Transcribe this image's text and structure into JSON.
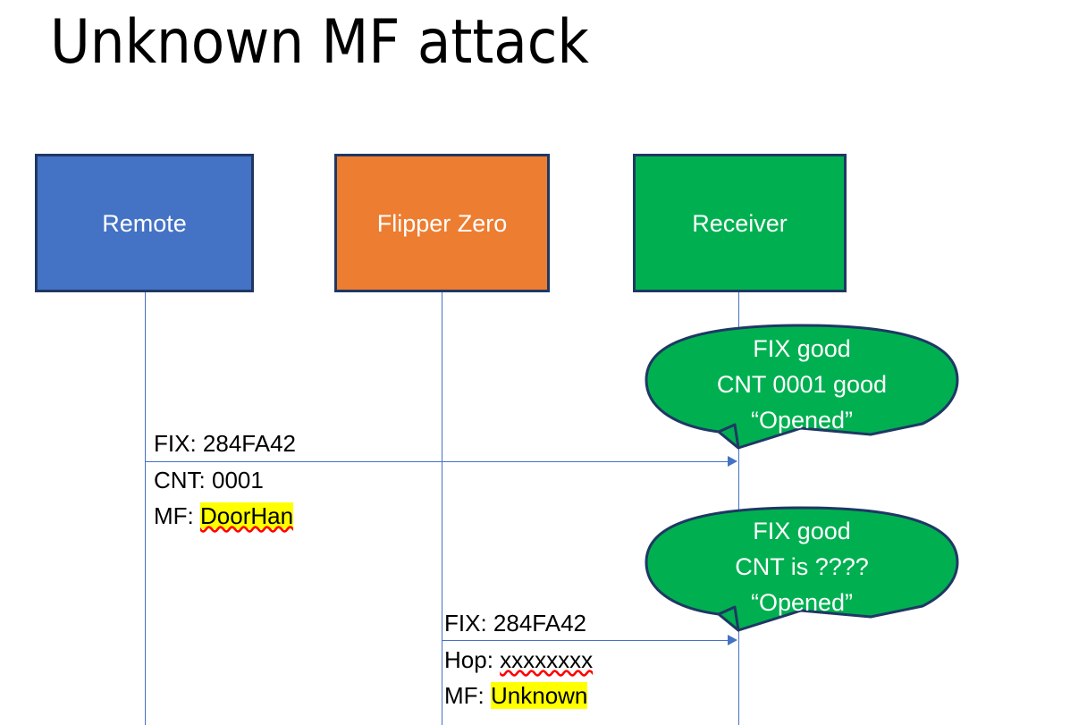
{
  "slide": {
    "title": "Unknown MF attack",
    "background": "#FFFFFF"
  },
  "colors": {
    "remote_fill": "#4472C4",
    "flipper_fill": "#ED7D31",
    "receiver_fill": "#00B050",
    "box_border": "#1F3864",
    "line": "#4472C4",
    "highlight": "#FFFF00",
    "spellcheck_underline": "#FF0000",
    "text_on_fill": "#FFFFFF",
    "text": "#000000"
  },
  "actors": [
    {
      "id": "remote",
      "label": "Remote"
    },
    {
      "id": "flipper",
      "label": "Flipper Zero"
    },
    {
      "id": "receiver",
      "label": "Receiver"
    }
  ],
  "messages": [
    {
      "id": "msg-1",
      "from": "remote",
      "to": "receiver",
      "lines": [
        {
          "prefix": "FIX: ",
          "value": "284FA42",
          "highlight": false,
          "spellcheck": false
        },
        {
          "prefix": "CNT: ",
          "value": "0001",
          "highlight": false,
          "spellcheck": false
        },
        {
          "prefix": "MF: ",
          "value": "DoorHan",
          "highlight": true,
          "spellcheck": true
        }
      ]
    },
    {
      "id": "msg-2",
      "from": "flipper",
      "to": "receiver",
      "lines": [
        {
          "prefix": "FIX: ",
          "value": "284FA42",
          "highlight": false,
          "spellcheck": false
        },
        {
          "prefix": "Hop: ",
          "value": "xxxxxxxx",
          "highlight": false,
          "spellcheck": true
        },
        {
          "prefix": "MF: ",
          "value": "Unknown",
          "highlight": true,
          "spellcheck": false
        }
      ]
    }
  ],
  "callouts": [
    {
      "id": "callout-1",
      "lines": [
        "FIX good",
        "CNT 0001 good",
        "“Opened”"
      ]
    },
    {
      "id": "callout-2",
      "lines": [
        "FIX good",
        "CNT is ????",
        "“Opened”"
      ]
    }
  ]
}
